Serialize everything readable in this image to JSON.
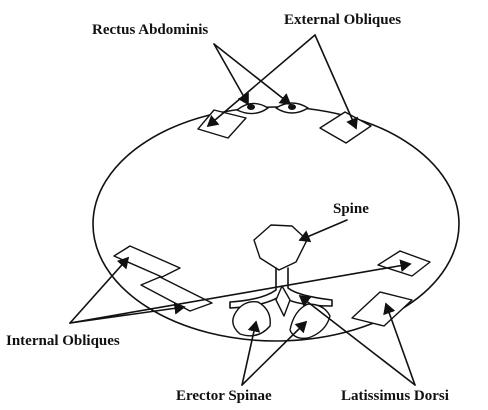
{
  "labels": {
    "rectus_abdominis": "Rectus Abdominis",
    "external_obliques": "External Obliques",
    "spine": "Spine",
    "internal_obliques": "Internal Obliques",
    "erector_spinae": "Erector Spinae",
    "latissimus_dorsi": "Latissimus Dorsi"
  },
  "colors": {
    "ink": "#111111",
    "background": "#ffffff"
  }
}
